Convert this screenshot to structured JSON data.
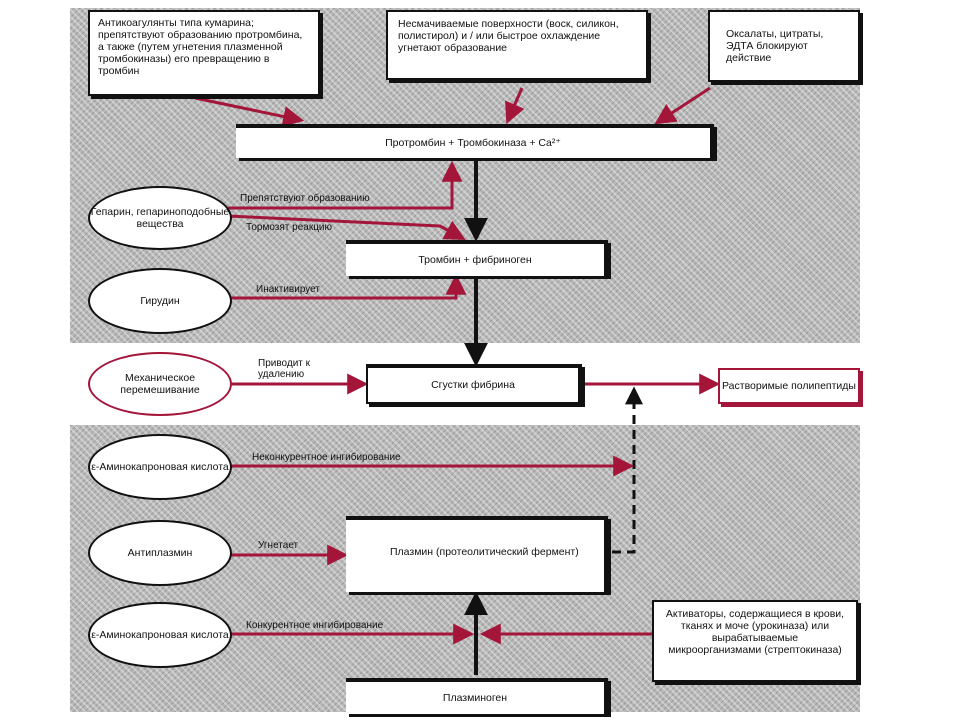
{
  "colors": {
    "red": "#a3163a",
    "black": "#111111",
    "band": "#b8b8b8"
  },
  "top_boxes": {
    "anticoagulants": "Антикоагулянты типа кумарина; препятствуют образованию протромбина, а также (путем угнетения плазменной тромбокиназы) его превращению в тромбин",
    "surfaces": "Несмачиваемые поверхности (воск, силикон, полистирол) и / или быстрое охлаждение угнетают образование",
    "oxalates": "Оксалаты, цитраты, ЭДТА блокируют действие"
  },
  "main_boxes": {
    "prothrombin": "Протромбин + Тромбокиназа + Ca²⁺",
    "thrombin": "Тромбин  +  фибриноген",
    "fibrin": "Сгустки фибрина",
    "polypeptides": "Растворимые полипептиды",
    "plasmin": "Плазмин (протеолитический фермент)",
    "plasminogen": "Плазминоген",
    "activators": "Активаторы, содержащиеся в крови, тканях и моче (урокиназа) или вырабатываемые микроорганизмами (стрептокиназа)"
  },
  "ovals": {
    "heparin": "Гепарин, гепариноподобные вещества",
    "hirudin": "Гирудин",
    "mechanical": "Механическое перемешивание",
    "aminocaproic_1": "ε-Аминокапроновая кислота",
    "antiplasmin": "Антиплазмин",
    "aminocaproic_2": "ε-Аминокапроновая кислота"
  },
  "labels": {
    "prevent_formation": "Препятствуют образованию",
    "slow_reaction": "Тормозят реакцию",
    "inactivates": "Инактивирует",
    "leads_to_removal": "Приводит к удалению",
    "noncompetitive": "Неконкурентное ингибирование",
    "inhibits": "Угнетает",
    "competitive": "Конкурентное ингибирование"
  }
}
